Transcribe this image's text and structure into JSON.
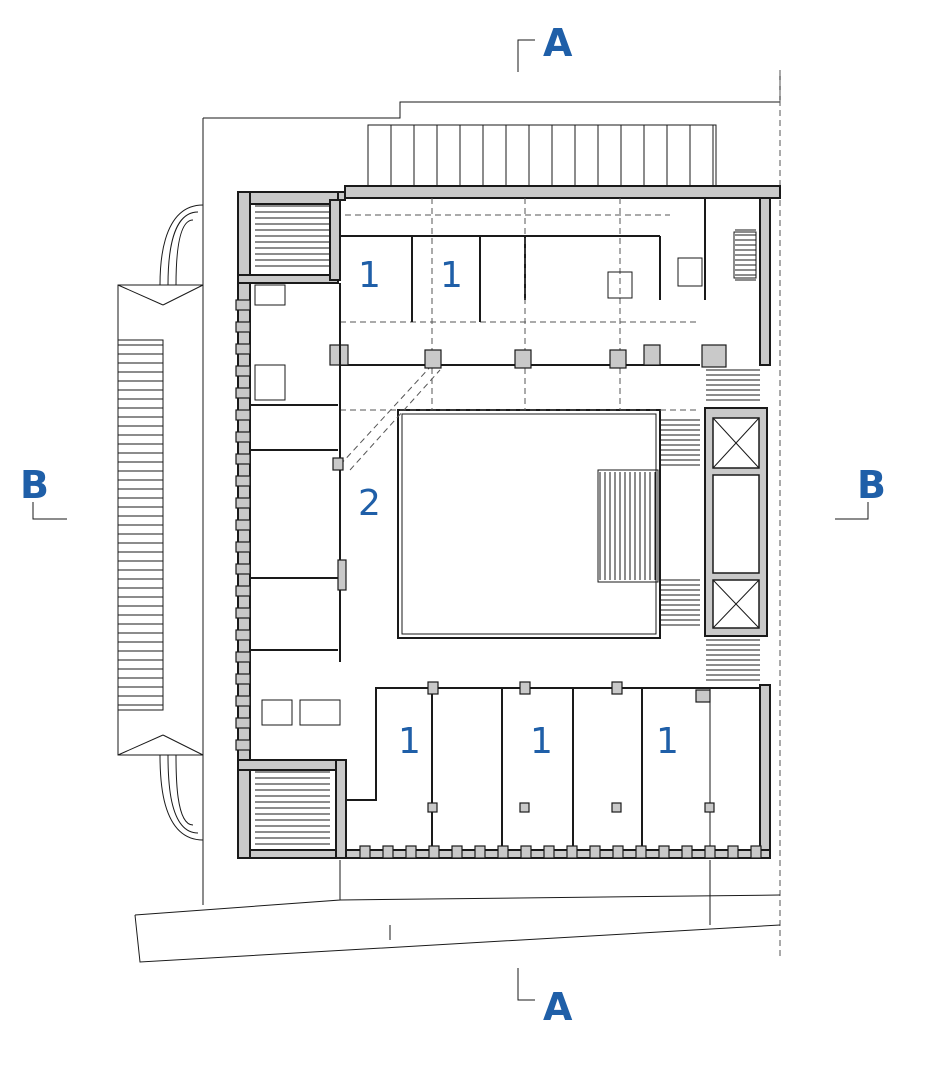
{
  "section_labels": {
    "a_top": "A",
    "a_bottom": "A",
    "b_left": "B",
    "b_right": "B"
  },
  "room_labels": {
    "north_1": "1",
    "north_2": "1",
    "west_corridor": "2",
    "south_1": "1",
    "south_2": "1",
    "south_3": "1"
  },
  "colors": {
    "label": "#1f5fa8",
    "wall_fill": "#c9c9c9",
    "line": "#1a1a1a"
  }
}
